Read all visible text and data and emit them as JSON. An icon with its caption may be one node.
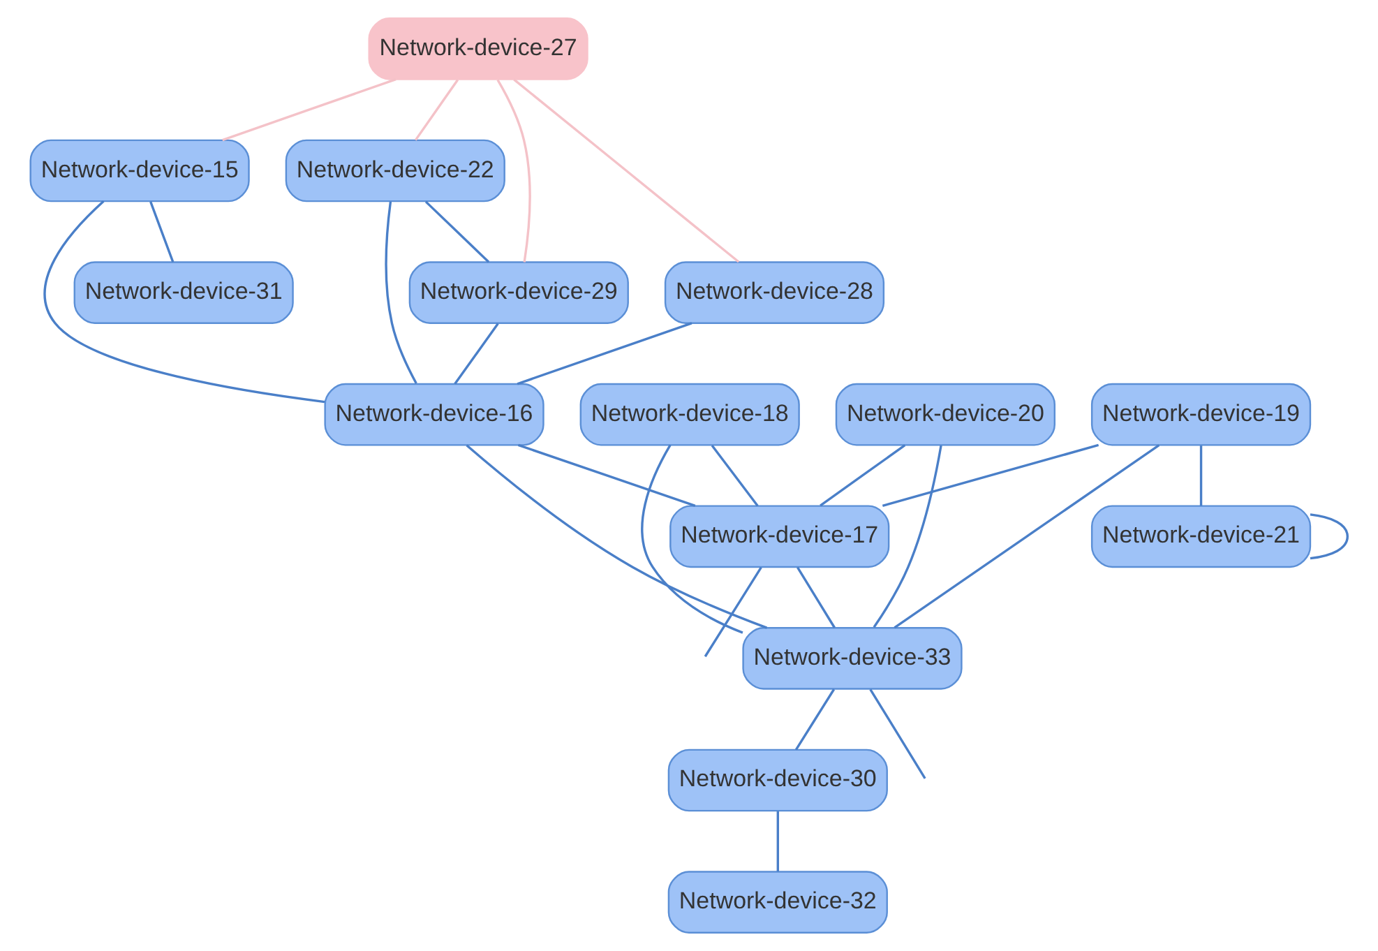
{
  "diagram": {
    "nodes": [
      {
        "text": [
          "Network-device-27"
        ]
      },
      {
        "text": [
          "Network-device-22"
        ]
      },
      {
        "text": [
          "Network-device-28"
        ]
      },
      {
        "text": [
          "Network-device-29"
        ]
      },
      {
        "text": [
          "Network-device-15"
        ]
      },
      {
        "text": [
          "Network-device-31"
        ]
      },
      {
        "text": [
          "Network-device-16"
        ]
      },
      {
        "text": [
          "Network-device-17"
        ]
      },
      {
        "text": [
          "Network-device-20"
        ]
      },
      {
        "text": [
          "Network-device-33"
        ]
      },
      {
        "text": [
          "Network-device-18"
        ]
      },
      {
        "text": [
          "Network-device-19"
        ]
      },
      {
        "text": [
          "Network-device-30"
        ]
      },
      {
        "text": [
          "Network-device-21"
        ]
      },
      {
        "text": [
          "Network-device-32"
        ]
      }
    ],
    "edges": [
      {
        "from": 0,
        "to": 2,
        "arrow": "none",
        "color": "#f4c2c8"
      },
      {
        "from": 0,
        "to": 1,
        "arrow": "none",
        "color": "#f4c2c8"
      },
      {
        "from": 0,
        "to": 3,
        "arrow": "none",
        "color": "#f4c2c8"
      },
      {
        "from": 0,
        "to": 4,
        "arrow": "none",
        "color": "#f4c2c8"
      },
      {
        "from": 1,
        "to": 3,
        "arrow": "none"
      },
      {
        "from": 1,
        "to": 6,
        "arrow": "none"
      },
      {
        "from": 2,
        "to": 6,
        "arrow": "none"
      },
      {
        "from": 3,
        "to": 6,
        "arrow": "none"
      },
      {
        "from": 4,
        "to": 6,
        "arrow": "none"
      },
      {
        "from": 4,
        "to": 5,
        "arrow": "none"
      },
      {
        "from": 6,
        "to": 7,
        "arrow": "none"
      },
      {
        "from": 6,
        "to": 9,
        "arrow": "none"
      },
      {
        "from": 8,
        "to": 7,
        "arrow": "none"
      },
      {
        "from": 8,
        "to": 9,
        "arrow": "none"
      },
      {
        "from": 10,
        "to": 7,
        "arrow": "none"
      },
      {
        "from": 10,
        "to": 9,
        "arrow": "none"
      },
      {
        "from": 11,
        "to": 7,
        "arrow": "none"
      },
      {
        "from": 11,
        "to": 9,
        "arrow": "none"
      },
      {
        "from": 7,
        "to": 9,
        "arrow": "none"
      },
      {
        "from": 7,
        "to": null,
        "arrow": "none"
      },
      {
        "from": 9,
        "to": null,
        "arrow": "none"
      },
      {
        "from": 9,
        "to": 12,
        "arrow": "none"
      },
      {
        "from": 12,
        "to": 14,
        "arrow": "none"
      },
      {
        "from": 11,
        "to": 13,
        "arrow": "none"
      },
      {
        "from": 13,
        "to": 13,
        "arrow": "none"
      }
    ]
  }
}
